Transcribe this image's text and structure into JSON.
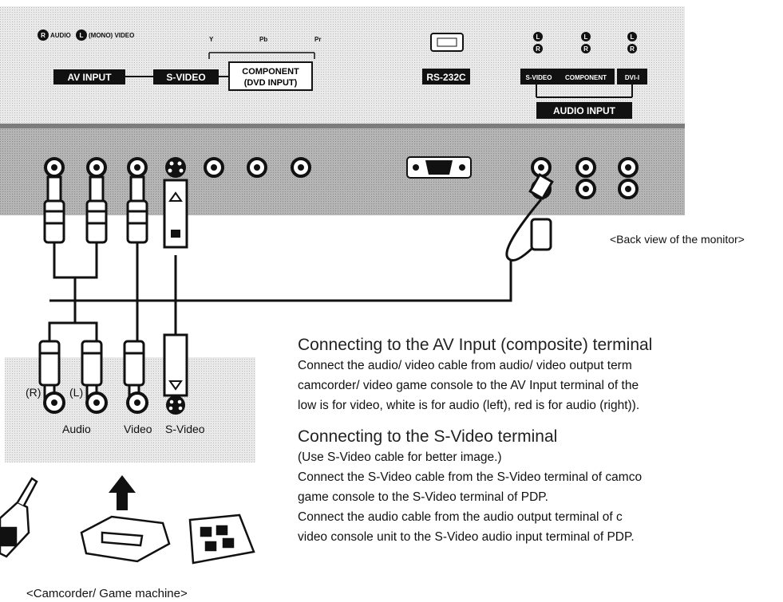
{
  "monitor_panel": {
    "audio_left_label": "AUDIO",
    "mono_video_label": "(MONO) VIDEO",
    "av_input_label": "AV INPUT",
    "svideo_label": "S-VIDEO",
    "component_label": "COMPONENT",
    "component_sub_label": "(DVD INPUT)",
    "component_y": "Y",
    "component_pb": "Pb",
    "component_pr": "Pr",
    "rs232c_label": "RS-232C",
    "audio_svideo_label": "S-VIDEO",
    "audio_component_label": "COMPONENT",
    "audio_dvi_label": "DVI-I",
    "audio_input_label": "AUDIO INPUT",
    "lr_left": "L",
    "lr_right": "R"
  },
  "captions": {
    "back_view": "<Back view of the monitor>",
    "device_caption": "<Camcorder/ Game machine>",
    "jack_r": "(R)",
    "jack_l": "(L)",
    "audio": "Audio",
    "video": "Video",
    "svideo": "S-Video"
  },
  "instructions": {
    "av_heading": "Connecting to the AV Input (composite) terminal",
    "av_line1": "Connect the audio/ video cable from audio/ video output term",
    "av_line2": "camcorder/ video game console to the AV Input terminal of the",
    "av_line3": "low is for video, white is for audio (left), red is for audio (right)).",
    "sv_heading": "Connecting to the S-Video terminal",
    "sv_line1": "(Use S-Video cable for better image.)",
    "sv_line2": "Connect the S-Video cable from the S-Video terminal of camco",
    "sv_line3": "game console to the S-Video terminal of PDP.",
    "sv_line4": "Connect the audio cable from the audio output terminal of c",
    "sv_line5": "video console unit to the S-Video audio input terminal of PDP."
  }
}
